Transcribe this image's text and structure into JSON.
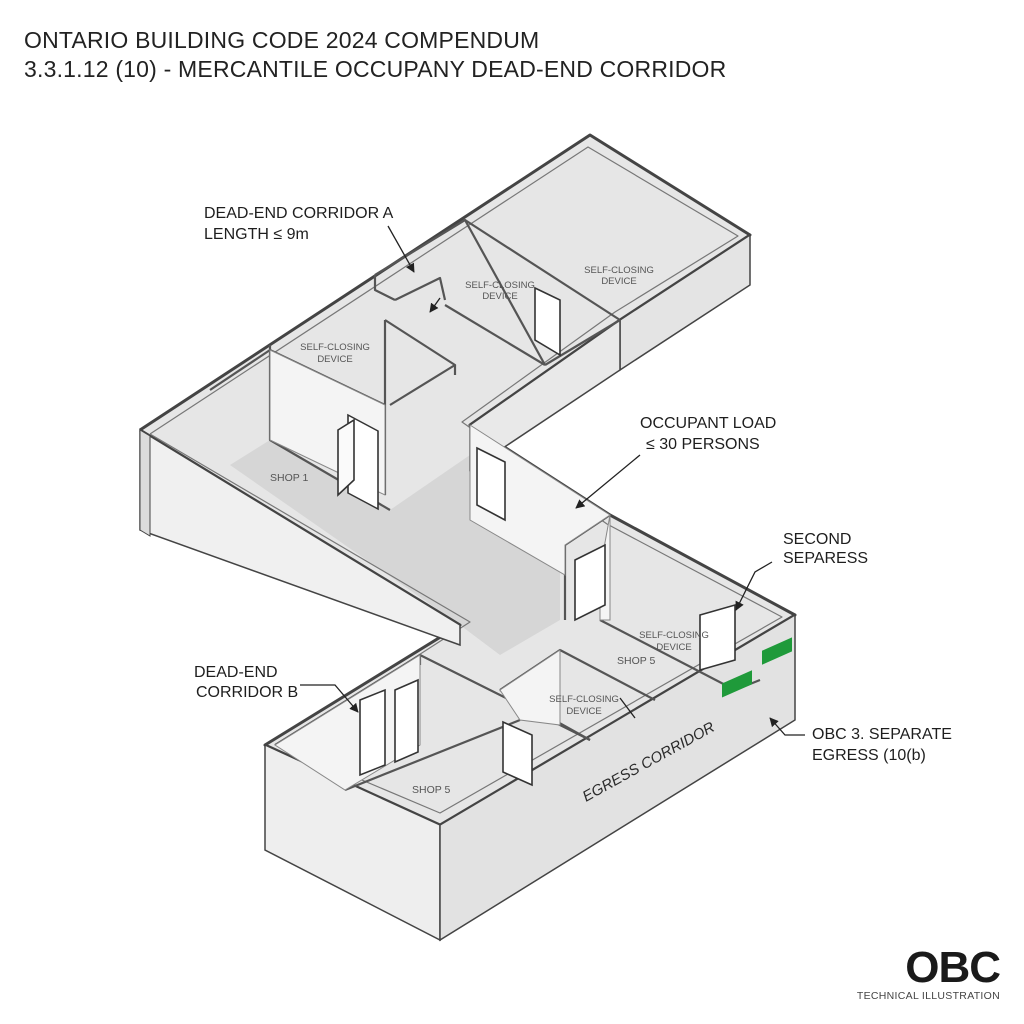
{
  "title": {
    "line1": "ONTARIO BUILDING CODE 2024 COMPENDUM",
    "line2": "3.3.1.12 (10) - MERCANTILE OCCUPANY DEAD-END CORRIDOR"
  },
  "callouts": {
    "dead_end_a_line1": "DEAD-END CORRIDOR A",
    "dead_end_a_line2": "LENGTH ≤ 9m",
    "occupant_load_line1": "OCCUPANT LOAD",
    "occupant_load_line2": "≤ 30 PERSONS",
    "second_line1": "SECOND",
    "second_line2": "SEPARESS",
    "dead_end_b_line1": "DEAD-END",
    "dead_end_b_line2": "CORRIDOR B",
    "obc_line1": "OBC 3. SEPARATE",
    "obc_line2": "EGRESS (10(b)"
  },
  "rooms": {
    "shop1": "SHOP 1",
    "shop5_upper": "SHOP 5",
    "shop5_lower": "SHOP 5"
  },
  "devices": {
    "line1": "SELF-CLOSING",
    "line2": "DEVICE"
  },
  "egress_label": "EGRESS CORRIDOR",
  "exit_sign_color": "#1f9a3a",
  "logo": {
    "mark": "OBC",
    "subtitle": "TECHNICAL ILLUSTRATION"
  }
}
